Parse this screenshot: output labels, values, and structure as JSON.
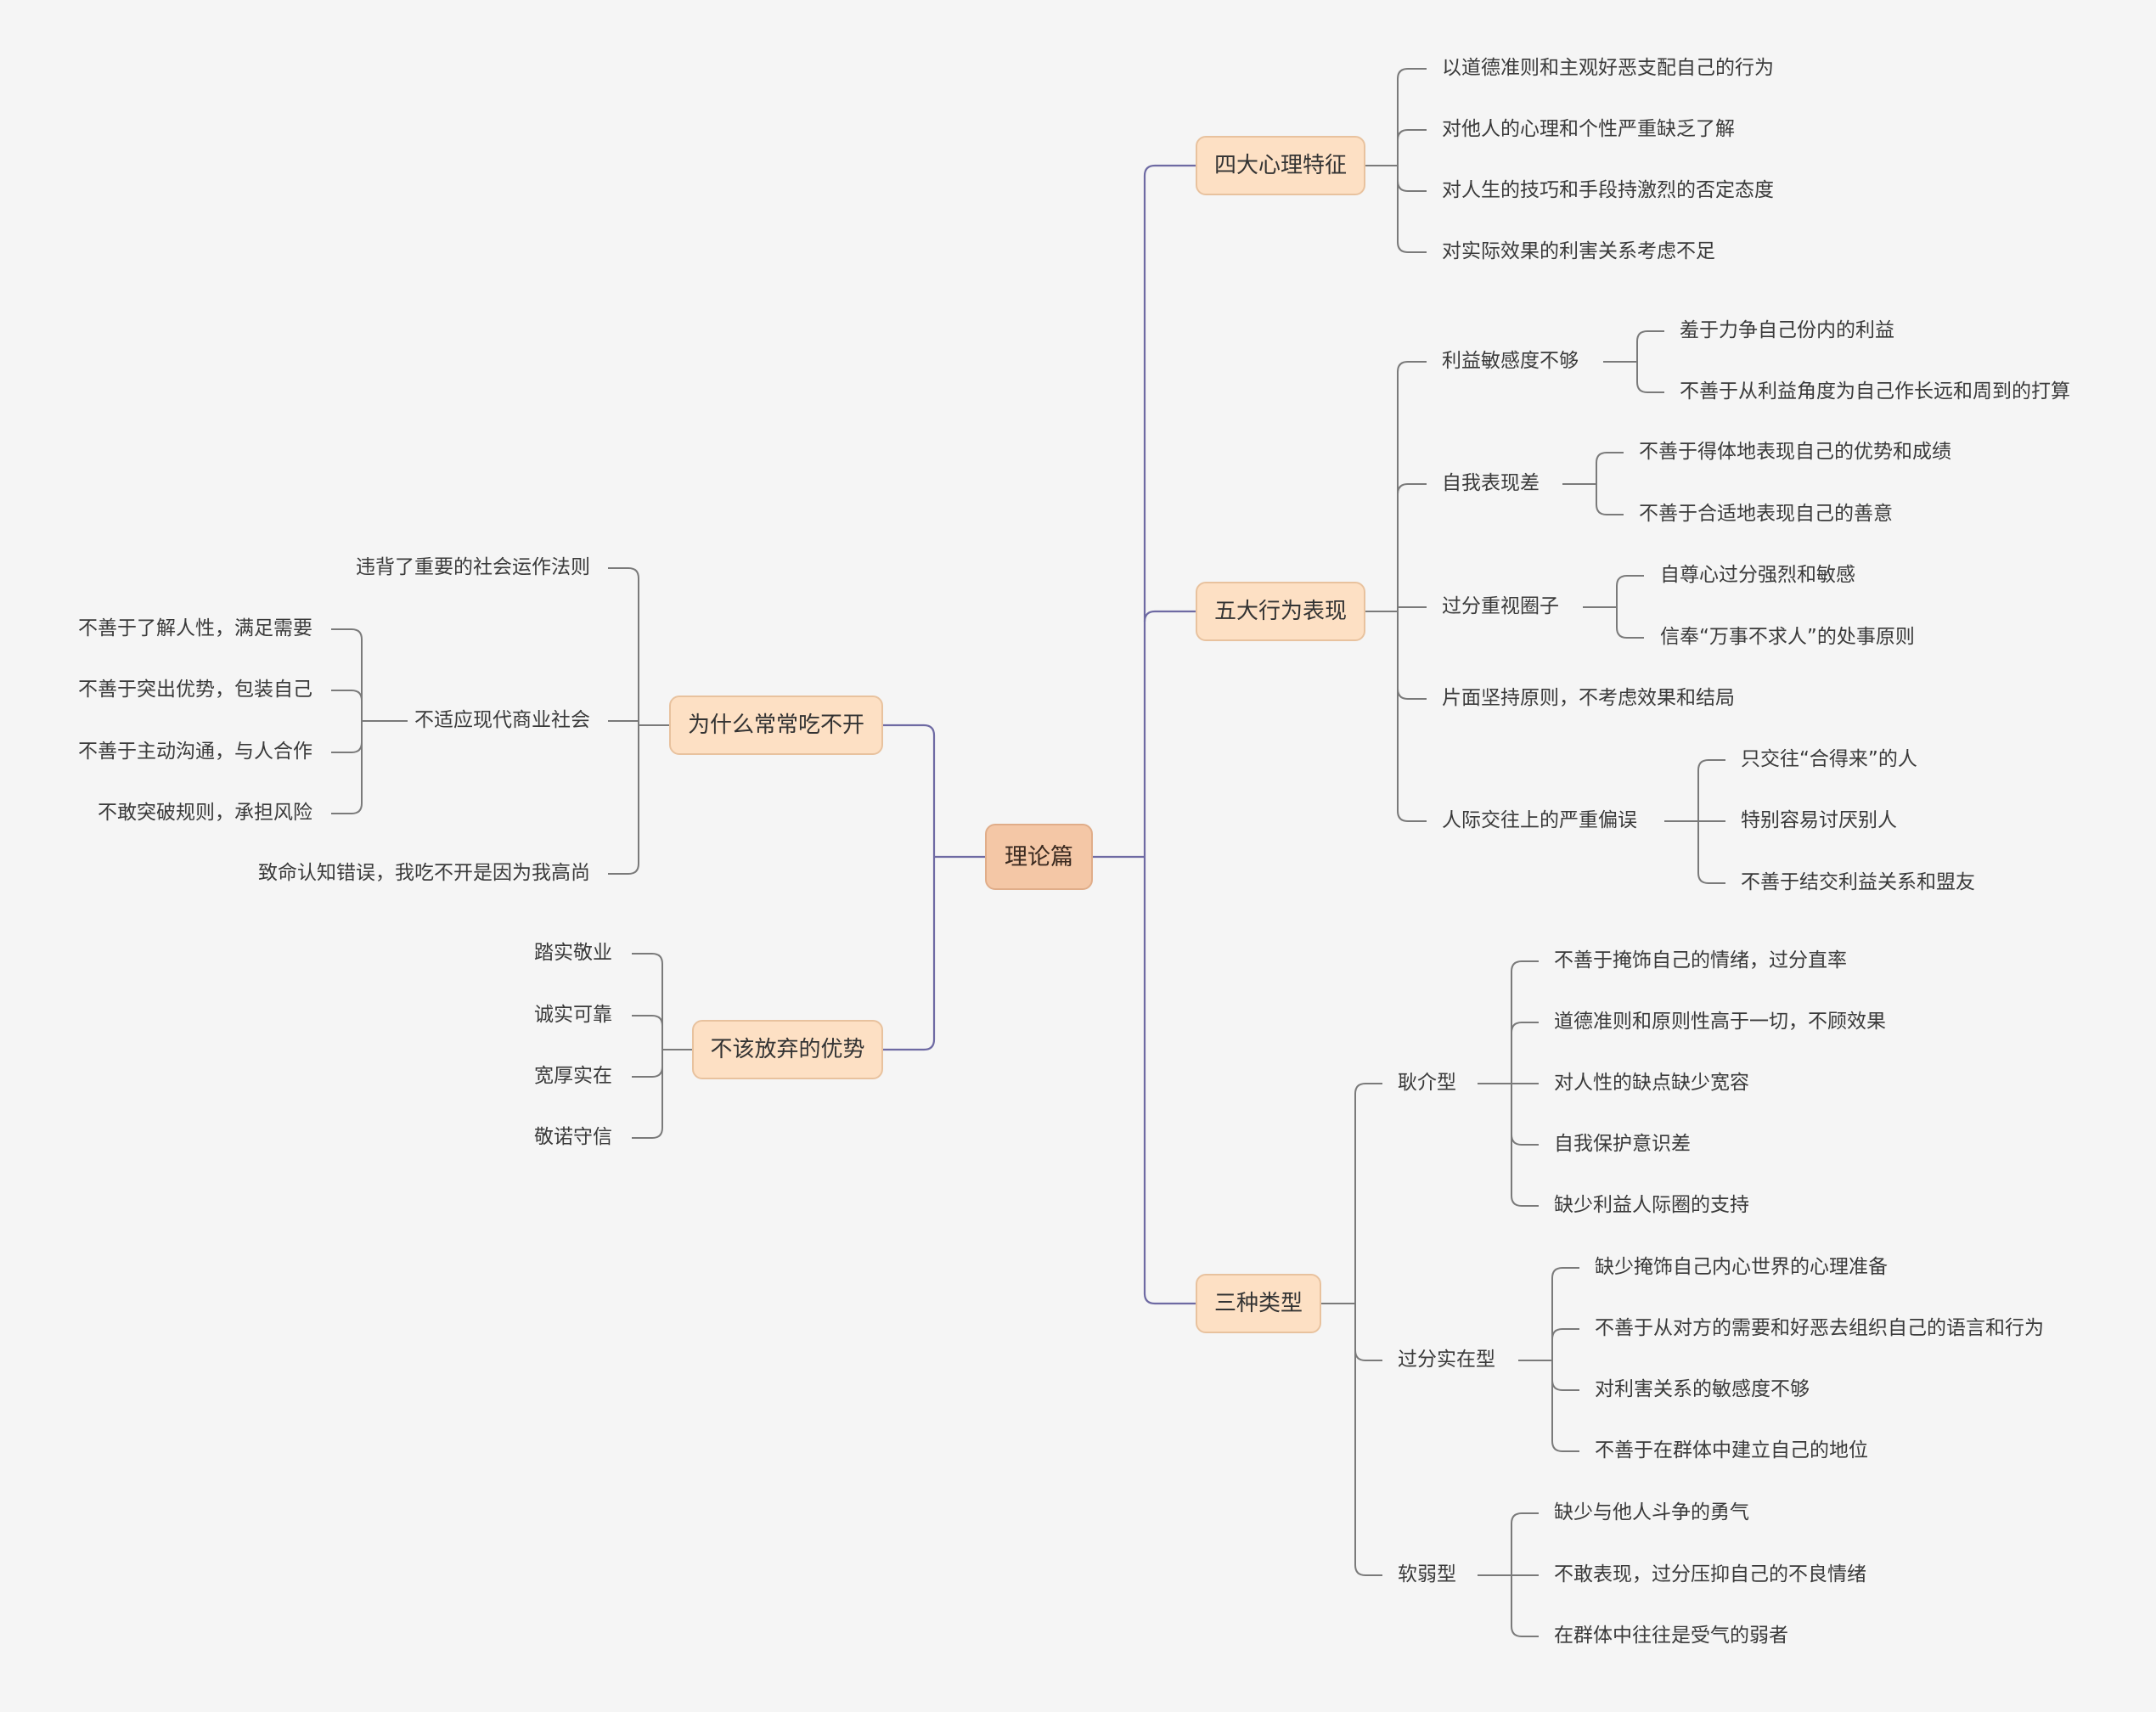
{
  "root": "理论篇",
  "right": {
    "psych": {
      "label": "四大心理特征",
      "items": [
        "以道德准则和主观好恶支配自己的行为",
        "对他人的心理和个性严重缺乏了解",
        "对人生的技巧和手段持激烈的否定态度",
        "对实际效果的利害关系考虑不足"
      ]
    },
    "behav": {
      "label": "五大行为表现",
      "items": [
        {
          "label": "利益敏感度不够",
          "children": [
            "羞于力争自己份内的利益",
            "不善于从利益角度为自己作长远和周到的打算"
          ]
        },
        {
          "label": "自我表现差",
          "children": [
            "不善于得体地表现自己的优势和成绩",
            "不善于合适地表现自己的善意"
          ]
        },
        {
          "label": "过分重视圈子",
          "children": [
            "自尊心过分强烈和敏感",
            "信奉“万事不求人”的处事原则"
          ]
        },
        {
          "label": "片面坚持原则，不考虑效果和结局",
          "children": []
        },
        {
          "label": "人际交往上的严重偏误",
          "children": [
            "只交往“合得来”的人",
            "特别容易讨厌别人",
            "不善于结交利益关系和盟友"
          ]
        }
      ]
    },
    "types": {
      "label": "三种类型",
      "items": [
        {
          "label": "耿介型",
          "children": [
            "不善于掩饰自己的情绪，过分直率",
            "道德准则和原则性高于一切，不顾效果",
            "对人性的缺点缺少宽容",
            "自我保护意识差",
            "缺少利益人际圈的支持"
          ]
        },
        {
          "label": "过分实在型",
          "children": [
            "缺少掩饰自己内心世界的心理准备",
            "不善于从对方的需要和好恶去组织自己的语言和行为",
            "对利害关系的敏感度不够",
            "不善于在群体中建立自己的地位"
          ]
        },
        {
          "label": "软弱型",
          "children": [
            "缺少与他人斗争的勇气",
            "不敢表现，过分压抑自己的不良情绪",
            "在群体中往往是受气的弱者"
          ]
        }
      ]
    }
  },
  "left": {
    "why": {
      "label": "为什么常常吃不开",
      "items": [
        {
          "label": "违背了重要的社会运作法则",
          "children": []
        },
        {
          "label": "不适应现代商业社会",
          "children": [
            "不善于了解人性，满足需要",
            "不善于突出优势，包装自己",
            "不善于主动沟通，与人合作",
            "不敢突破规则，承担风险"
          ]
        },
        {
          "label": "致命认知错误，我吃不开是因为我高尚",
          "children": []
        }
      ]
    },
    "keep": {
      "label": "不该放弃的优势",
      "items": [
        "踏实敬业",
        "诚实可靠",
        "宽厚实在",
        "敬诺守信"
      ]
    }
  },
  "colors": {
    "main_line": "#6e6aa3",
    "sub_line": "#7a7a7a",
    "topic_fill": "#fde0c4",
    "root_fill": "#f4c7a6"
  }
}
